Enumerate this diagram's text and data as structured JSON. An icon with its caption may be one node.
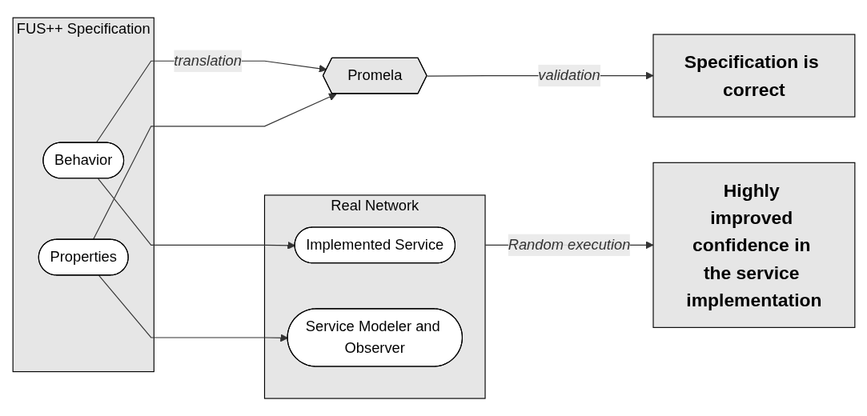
{
  "diagram": {
    "nodes": [
      {
        "text": [
          "FUS++ Specification"
        ]
      },
      {
        "text": [
          "Behavior"
        ],
        "in": 0
      },
      {
        "text": [
          "Properties"
        ],
        "in": 0
      },
      {
        "text": [
          "Promela"
        ]
      },
      {
        "text": [
          "Specification is correct"
        ]
      },
      {
        "text": [
          "Real Network"
        ]
      },
      {
        "text": [
          "Implemented Service"
        ],
        "in": 5
      },
      {
        "text": [
          "Service Modeler and Observer"
        ],
        "in": 5
      },
      {
        "text": [
          "Highly improved confidence in the service implementation"
        ]
      }
    ],
    "edges": [
      {
        "from": 1,
        "to": 3,
        "arrow": "to",
        "label": "translation"
      },
      {
        "from": 2,
        "to": 3,
        "arrow": "to"
      },
      {
        "from": 3,
        "to": 4,
        "arrow": "to",
        "label": "validation"
      },
      {
        "from": 1,
        "to": 6,
        "arrow": "to"
      },
      {
        "from": 2,
        "to": 7,
        "arrow": "to"
      },
      {
        "from": 5,
        "to": 8,
        "arrow": "to",
        "label": "Random execution"
      }
    ]
  }
}
